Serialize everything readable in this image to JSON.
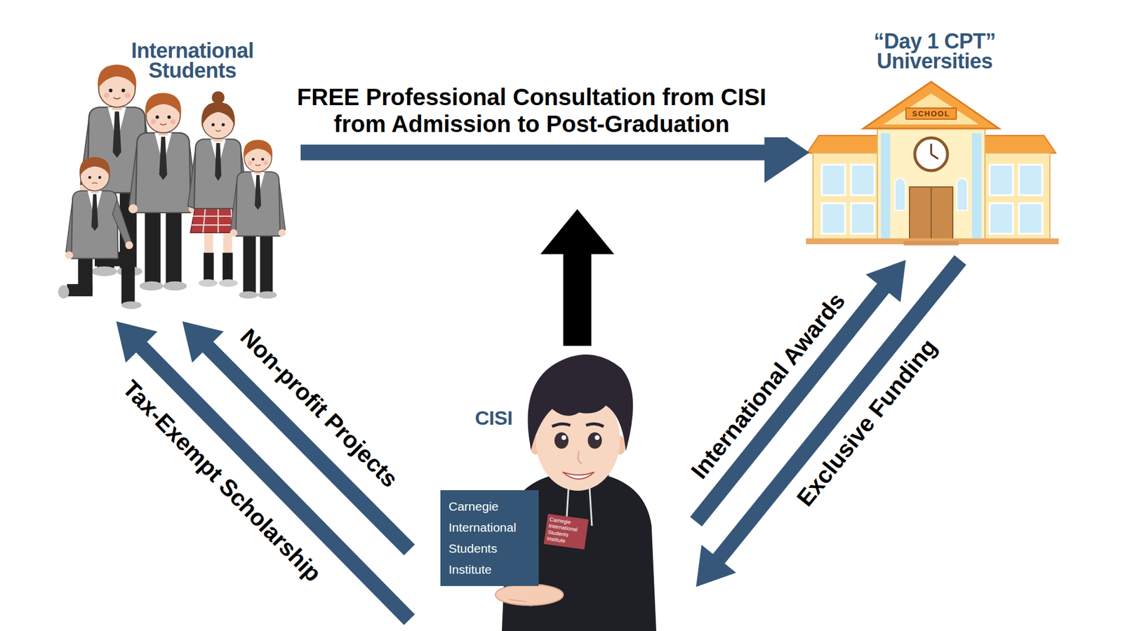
{
  "diagram": {
    "nodes": [
      {
        "text": [
          "International Students"
        ]
      },
      {
        "text": [
          "“Day 1 CPT” Universities"
        ]
      },
      {
        "text": [
          "SCHOOL"
        ],
        "in": 1
      },
      {
        "text": [
          "CISI"
        ]
      },
      {
        "text": [
          "Carnegie International Students Institute"
        ],
        "in": 3
      },
      {
        "text": [
          "Carnegie International Students Institute"
        ],
        "in": 3
      }
    ],
    "edges": [
      {
        "from": 0,
        "to": 1,
        "arrow": "to",
        "label": "FREE Professional Consultation from CISI from Admission to Post-Graduation"
      },
      {
        "from": 3,
        "to": 0,
        "arrow": "to",
        "label": "Non-profit Projects"
      },
      {
        "from": 3,
        "to": 0,
        "arrow": "to",
        "label": "Tax-Exempt Scholarship"
      },
      {
        "from": 3,
        "to": 1,
        "arrow": "to",
        "label": "International Awards"
      },
      {
        "from": 1,
        "to": 3,
        "arrow": "to",
        "label": "Exclusive Funding"
      }
    ]
  }
}
